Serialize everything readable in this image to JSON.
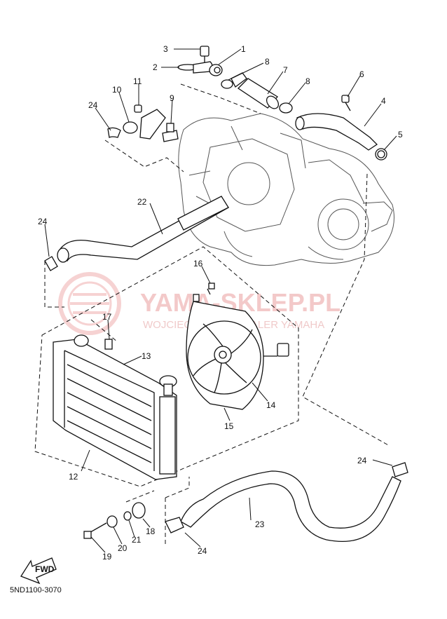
{
  "diagram": {
    "part_code": "5ND1100-3070",
    "fwd_label": "FWD",
    "watermark": {
      "main": "YAMA-SKLEP.PL",
      "sub": "WOJCIECH ... CZ | DEALER YAMAHA"
    },
    "callouts": {
      "c1": "1",
      "c2": "2",
      "c3": "3",
      "c4": "4",
      "c5": "5",
      "c6": "6",
      "c7": "7",
      "c8a": "8",
      "c8b": "8",
      "c9": "9",
      "c10": "10",
      "c11": "11",
      "c12": "12",
      "c13": "13",
      "c14": "14",
      "c15": "15",
      "c16": "16",
      "c17": "17",
      "c18": "18",
      "c19": "19",
      "c20": "20",
      "c21": "21",
      "c22": "22",
      "c23": "23",
      "c24a": "24",
      "c24b": "24",
      "c24c": "24",
      "c24d": "24"
    }
  }
}
